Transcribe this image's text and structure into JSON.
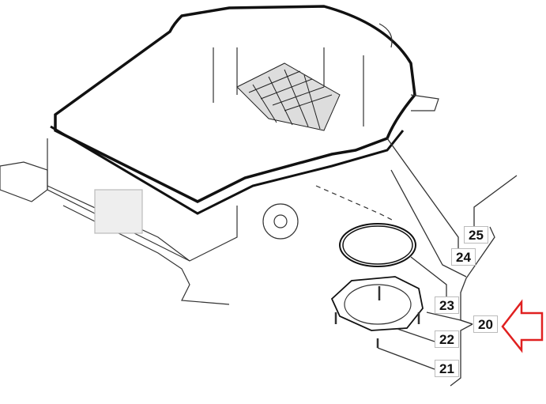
{
  "diagram": {
    "part_labels": [
      {
        "id": "25",
        "text": "25"
      },
      {
        "id": "24",
        "text": "24"
      },
      {
        "id": "23",
        "text": "23"
      },
      {
        "id": "20",
        "text": "20"
      },
      {
        "id": "22",
        "text": "22"
      },
      {
        "id": "21",
        "text": "21"
      }
    ],
    "highlighted_part": "20",
    "colors": {
      "line": "#222222",
      "arrow": "#e02020",
      "label_border": "#bbbbbb"
    }
  }
}
